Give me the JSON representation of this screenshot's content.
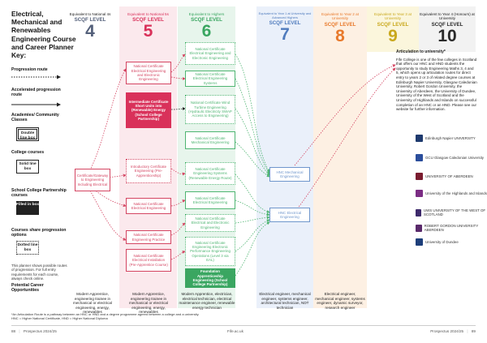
{
  "key": {
    "title": "Electrical, Mechanical and Renewables Engineering Course and Career Planner Key:",
    "progression": "Progression route",
    "accelerated": "Accelerated progression route",
    "academies": "Academies/ Community Classes",
    "double_box": "Double line box",
    "college": "College courses",
    "solid_box": "Solid line box",
    "partnership": "School College Partnership courses",
    "filled_box": "Filled in box",
    "share": "Courses share progression options",
    "dotted_box": "Dotted line box",
    "note": "This planner shows possible routes of progression. For full entry requirements for each course, always check online.",
    "careers_title": "Potential Career Opportunities"
  },
  "columns": [
    {
      "sub": "Equivalent to National 4s",
      "label": "SCQF LEVEL",
      "num": "4",
      "color": "#54607a"
    },
    {
      "sub": "Equivalent to National 5s",
      "label": "SCQF LEVEL",
      "num": "5",
      "color": "#d9315a"
    },
    {
      "sub": "Equivalent to Highers",
      "label": "SCQF LEVEL",
      "num": "6",
      "color": "#3aa661"
    },
    {
      "sub": "Equivalent to Year 1 at University and Advanced Highers",
      "label": "SCQF LEVEL",
      "num": "7",
      "color": "#4f7bbd"
    },
    {
      "sub": "Equivalent to Year 2 at University",
      "label": "SCQF LEVEL",
      "num": "8",
      "color": "#e8792b"
    },
    {
      "sub": "Equivalent to Year 3 at University",
      "label": "SCQF LEVEL",
      "num": "9",
      "color": "#c9a81c"
    },
    {
      "sub": "Equivalent to Year 4 (Honours) at University",
      "label": "SCQF LEVEL",
      "num": "10",
      "color": "#2a2a2a"
    }
  ],
  "courses": {
    "l4_gateway": "Certificate/Gateway to Engineering Including Electrical",
    "l5_ncelectrical": "National Certificate Electrical Engineering and Electronic Engineering",
    "l5_intermediate": "Intermediate Certificate Short Units into (Renewable) Energy (School College Partnership)",
    "l5_introductory": "Introductory Certificate Engineering (Pre-Apprenticeship)",
    "l5_ncelec2": "National Certificate Electrical Engineering",
    "l5_ncpractice": "National Certificate Engineering Practice",
    "l5_ncinstall": "National Certificate Electrical Installation (Pre-Apprentice Course)",
    "l6_ncmech": "National Certificate Electrical Engineering and Electronic Engineering",
    "l6_ncsystems": "National Certificate Electrical Engineering Systems",
    "l6_ncwind": "National Certificate Wind Turbine Engineering (Hydraulic Electricity SWAP Access to Engineering)",
    "l6_ncmechanical": "National Certificate Mechanical Engineering",
    "l6_ncrenew": "National Certificate Engineering Systems (Renewable Energy Route)",
    "l6_ncelec": "National Certificate Electrical Engineering",
    "l6_ncelectrical2": "National Certificate Electrical and Electronic Engineering",
    "l6_ncops": "National Certificate Engineering Electronic Performance Engineering Operations (Level 3 via EAL)",
    "l6_foundation": "Foundation Apprenticeship Engineering (School College Partnership)",
    "l7_hncmech": "HNC Mechanical Engineering",
    "l7_hncelec": "HNC Electrical Engineering"
  },
  "careers": {
    "c4": "Modern Apprentice, engineering trainee in mechanical or electrical engineering, energy, renewables",
    "c5": "Modern Apprentice, engineering trainee in mechanical or electrical engineering, energy, renewables",
    "c6": "Modern Apprentice, electrician, electrical technician, electrical maintenance engineer, renewable energy technician",
    "c7": "Electrical engineer, mechanical engineer, systems engineer, architectural technician, NDT technician",
    "c8": "Electrical engineer, mechanical engineer, systems engineer, dynamic surveyor, research engineer"
  },
  "articulation": {
    "heading": "Articulation to university*",
    "body": "Fife College is one of the few colleges in Scotland that offers our HNC and HND students the opportunity to study Engineering Maths 3, 4 and 5, which opens up articulation routes for direct entry to years 2 or 3 of related degree courses at Edinburgh Napier University, Glasgow Caledonian University, Robert Gordon University, the University of Aberdeen, the University of Dundee, University of the West of Scotland and the University of Highlands and Islands on successful completion of an HNC or an HND. Please see our website for further information."
  },
  "logos": [
    {
      "name": "Edinburgh Napier UNIVERSITY",
      "color": "#1e3a6e"
    },
    {
      "name": "GCU Glasgow Caledonian University",
      "color": "#2b4e9c"
    },
    {
      "name": "UNIVERSITY OF ABERDEEN",
      "color": "#7a1c2f"
    },
    {
      "name": "University of the Highlands and Islands",
      "color": "#7b2d84"
    },
    {
      "name": "UWS UNIVERSITY OF THE WEST OF SCOTLAND",
      "color": "#3d2a6b"
    },
    {
      "name": "ROBERT GORDON UNIVERSITY ABERDEEN",
      "color": "#5a2a6b"
    },
    {
      "name": "University of Dundee",
      "color": "#1d3e7a"
    }
  ],
  "footnote": {
    "line1": "*An Articulation Route is a pathway between an HNC or HND and a degree programme agreed between a college and a university.",
    "line2": "HNC = Higher National Certificate, HND = Higher National Diploma"
  },
  "footer": {
    "left_page": "88",
    "left_title": "Prospectus 2024/25",
    "center": "Fife.ac.uk",
    "right_title": "Prospectus 2024/25",
    "right_page": "89"
  }
}
